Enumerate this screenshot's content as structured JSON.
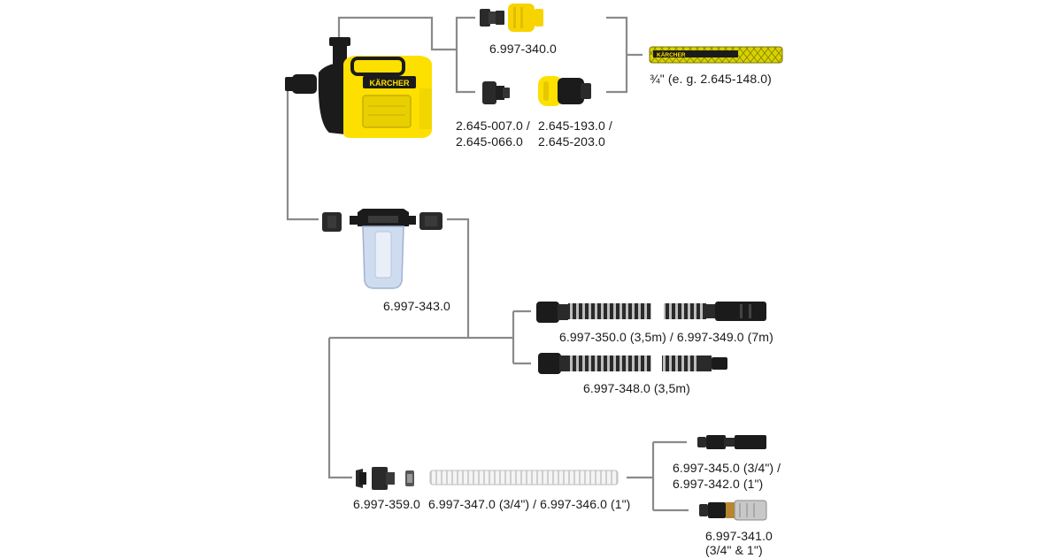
{
  "brand": {
    "logo_text": "KÄRCHER",
    "hose_print": "KÄRCHER",
    "colors": {
      "yellow": "#fde000",
      "black": "#1b1b1b",
      "line": "#8a8a8a",
      "clear_blue": "#cfdcf0"
    }
  },
  "labels": {
    "connector_set": "6.997-340.0",
    "hose": "¾\" (e. g. 2.645-148.0)",
    "adapter_a_1": "2.645-007.0 /",
    "adapter_a_2": "2.645-066.0",
    "coupling_b_1": "2.645-193.0 /",
    "coupling_b_2": "2.645-203.0",
    "filter": "6.997-343.0",
    "suction_hose_long": "6.997-350.0 (3,5m) / 6.997-349.0 (7m)",
    "suction_hose_short": "6.997-348.0 (3,5m)",
    "adapter_set": "6.997-359.0",
    "spiral_hose": "6.997-347.0 (3/4\") / 6.997-346.0 (1\")",
    "valve_1": "6.997-345.0 (3/4\") /",
    "valve_2": "6.997-342.0 (1\")",
    "filter_valve_1": "6.997-341.0",
    "filter_valve_2": "(3/4\" & 1\")"
  }
}
